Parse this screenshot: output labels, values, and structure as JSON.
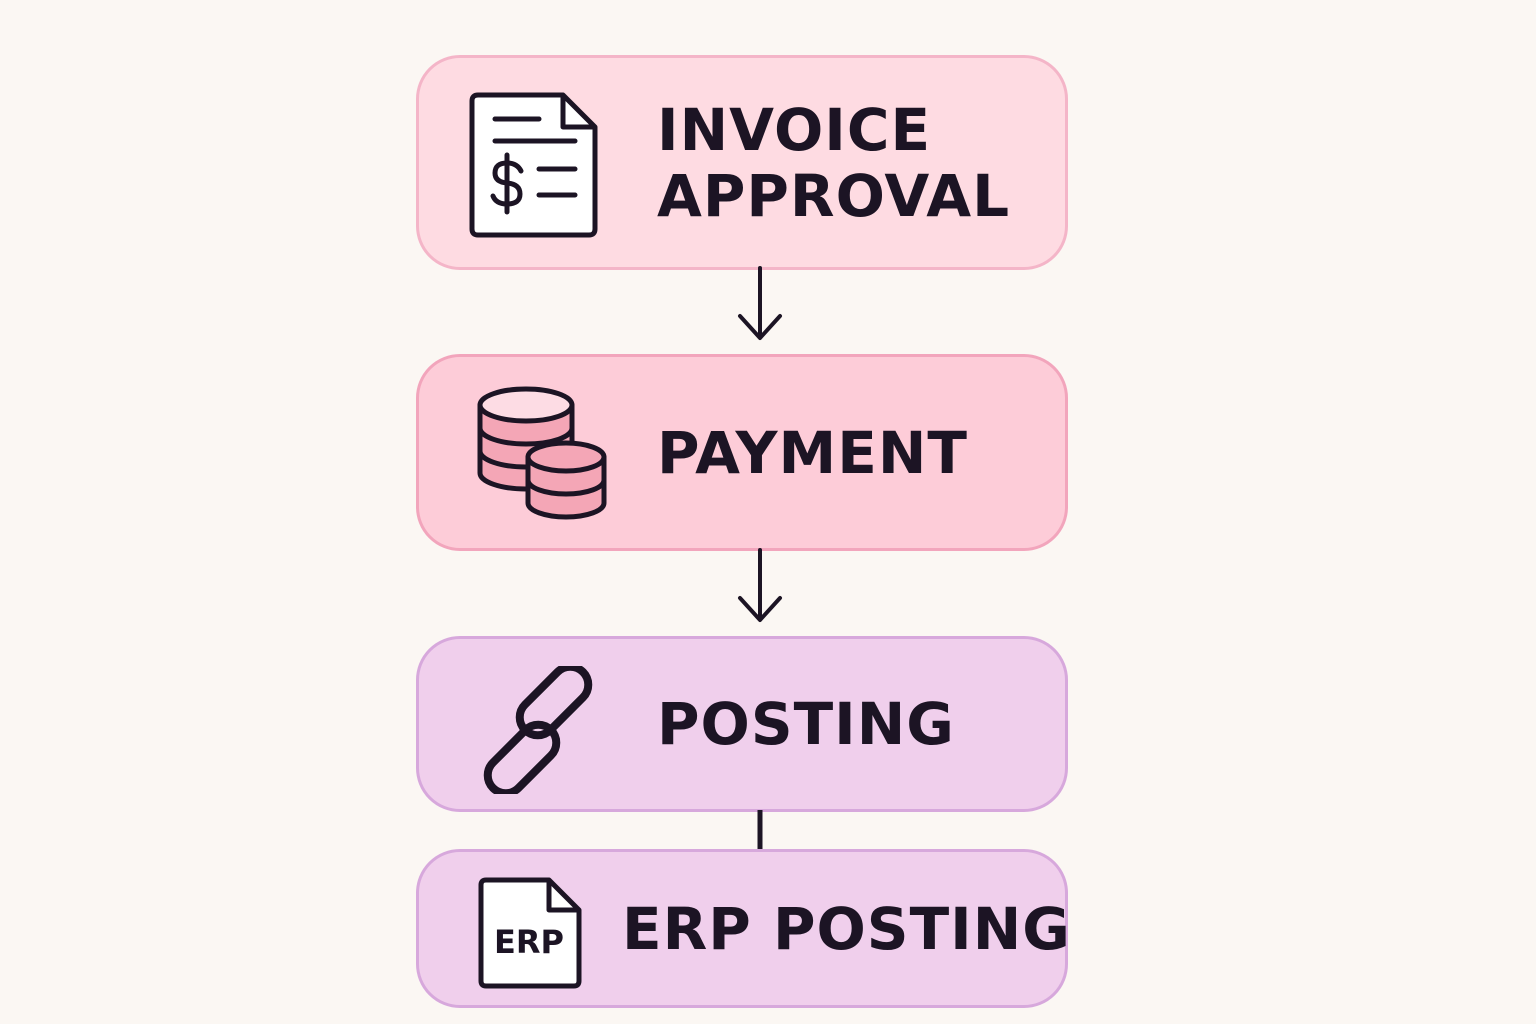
{
  "colors": {
    "background": "#FBF7F3",
    "text": "#1C1424",
    "pink_fill": "#FEDBE2",
    "pink_border": "#F4B5C8",
    "rose_fill": "#FDCCD8",
    "rose_border": "#F2A5BC",
    "mauve_fill": "#F0CFEC",
    "mauve_border": "#D7A8DC",
    "coin_fill": "#F4A6B6"
  },
  "steps": [
    {
      "label_lines": [
        "INVOICE",
        "APPROVAL"
      ],
      "icon": "invoice-icon",
      "fill": "#FEDBE2",
      "border": "#F4B5C8"
    },
    {
      "label_lines": [
        "PAYMENT"
      ],
      "icon": "coins-icon",
      "fill": "#FDCCD8",
      "border": "#F2A5BC"
    },
    {
      "label_lines": [
        "POSTING"
      ],
      "icon": "link-icon",
      "fill": "#F0CFEC",
      "border": "#D7A8DC"
    },
    {
      "label_lines": [
        "ERP POSTING"
      ],
      "icon": "erp-document-icon",
      "icon_text": "ERP",
      "fill": "#F0CFEC",
      "border": "#D7A8DC"
    }
  ],
  "connectors": [
    {
      "from": 1,
      "to": 2,
      "style": "arrow"
    },
    {
      "from": 2,
      "to": 3,
      "style": "arrow"
    },
    {
      "from": 3,
      "to": 4,
      "style": "line"
    }
  ]
}
